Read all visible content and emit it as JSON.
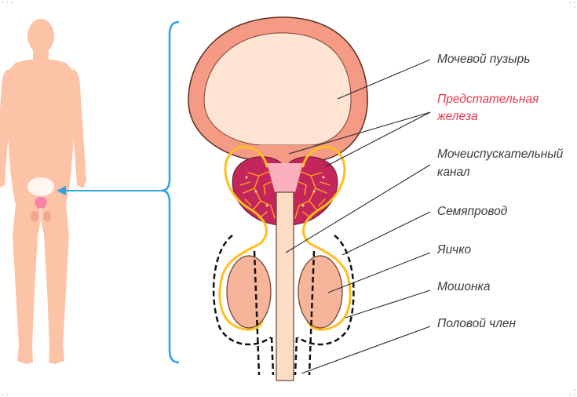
{
  "labels": {
    "bladder": "Мочевой пузырь",
    "prostate_line1": "Предстательная",
    "prostate_line2": "железа",
    "urethra_line1": "Мочеиспускательный",
    "urethra_line2": "канал",
    "vas_deferens": "Семяпровод",
    "testicle": "Яичко",
    "scrotum": "Мошонка",
    "penis": "Половой член"
  },
  "colors": {
    "body": "#fcc3a6",
    "bladder_wall": "#f49a85",
    "bladder_inner": "#fde4d3",
    "prostate": "#c3265a",
    "prostate_vessels": "#ffa41c",
    "vas_deferens": "#ffbe1e",
    "testicle": "#f6b49a",
    "urethra": "#fddcc6",
    "bracket": "#2fa3e4",
    "highlight_label": "#e8394d",
    "label": "#3a3a3a"
  }
}
